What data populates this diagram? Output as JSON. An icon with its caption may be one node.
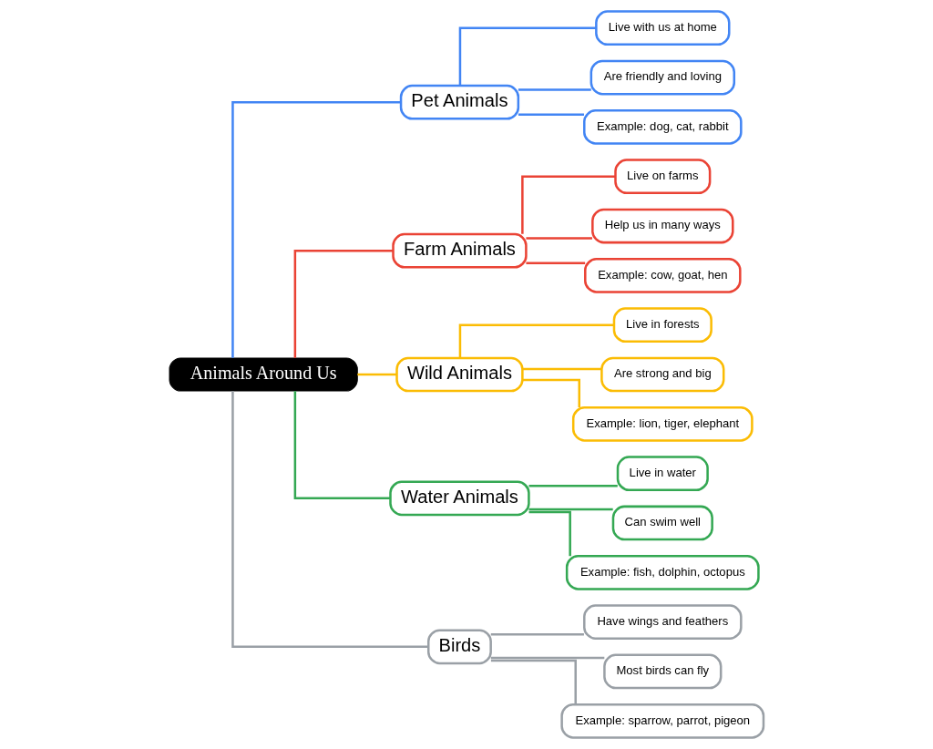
{
  "diagram": {
    "nodes": [
      {
        "text": [
          "Animals Around Us"
        ]
      },
      {
        "text": [
          "Pet Animals"
        ]
      },
      {
        "text": [
          "Live with us at home"
        ]
      },
      {
        "text": [
          "Are friendly and loving"
        ]
      },
      {
        "text": [
          "Example: dog, cat, rabbit"
        ]
      },
      {
        "text": [
          "Farm Animals"
        ]
      },
      {
        "text": [
          "Live on farms"
        ]
      },
      {
        "text": [
          "Help us in many ways"
        ]
      },
      {
        "text": [
          "Example: cow, goat, hen"
        ]
      },
      {
        "text": [
          "Wild Animals"
        ]
      },
      {
        "text": [
          "Live in forests"
        ]
      },
      {
        "text": [
          "Are strong and big"
        ]
      },
      {
        "text": [
          "Example: lion, tiger, elephant"
        ]
      },
      {
        "text": [
          "Water Animals"
        ]
      },
      {
        "text": [
          "Live in water"
        ]
      },
      {
        "text": [
          "Can swim well"
        ]
      },
      {
        "text": [
          "Example: fish, dolphin, octopus"
        ]
      },
      {
        "text": [
          "Birds"
        ]
      },
      {
        "text": [
          "Have wings and feathers"
        ]
      },
      {
        "text": [
          "Most birds can fly"
        ]
      },
      {
        "text": [
          "Example: sparrow, parrot, pigeon"
        ]
      }
    ],
    "edges": [
      {
        "from": 0,
        "to": 1,
        "arrow": "none",
        "color": "#4285f4"
      },
      {
        "from": 1,
        "to": 2,
        "arrow": "none",
        "color": "#4285f4"
      },
      {
        "from": 1,
        "to": 3,
        "arrow": "none",
        "color": "#4285f4"
      },
      {
        "from": 1,
        "to": 4,
        "arrow": "none",
        "color": "#4285f4"
      },
      {
        "from": 0,
        "to": 5,
        "arrow": "none",
        "color": "#ea4335"
      },
      {
        "from": 5,
        "to": 6,
        "arrow": "none",
        "color": "#ea4335"
      },
      {
        "from": 5,
        "to": 7,
        "arrow": "none",
        "color": "#ea4335"
      },
      {
        "from": 5,
        "to": 8,
        "arrow": "none",
        "color": "#ea4335"
      },
      {
        "from": 0,
        "to": 9,
        "arrow": "none",
        "color": "#fbbc04"
      },
      {
        "from": 9,
        "to": 10,
        "arrow": "none",
        "color": "#fbbc04"
      },
      {
        "from": 9,
        "to": 11,
        "arrow": "none",
        "color": "#fbbc04"
      },
      {
        "from": 9,
        "to": 12,
        "arrow": "none",
        "color": "#fbbc04"
      },
      {
        "from": 0,
        "to": 13,
        "arrow": "none",
        "color": "#34a853"
      },
      {
        "from": 13,
        "to": 14,
        "arrow": "none",
        "color": "#34a853"
      },
      {
        "from": 13,
        "to": 15,
        "arrow": "none",
        "color": "#34a853"
      },
      {
        "from": 13,
        "to": 16,
        "arrow": "none",
        "color": "#34a853"
      },
      {
        "from": 0,
        "to": 17,
        "arrow": "none",
        "color": "#9aa0a6"
      },
      {
        "from": 17,
        "to": 18,
        "arrow": "none",
        "color": "#9aa0a6"
      },
      {
        "from": 17,
        "to": 19,
        "arrow": "none",
        "color": "#9aa0a6"
      },
      {
        "from": 17,
        "to": 20,
        "arrow": "none",
        "color": "#9aa0a6"
      }
    ]
  }
}
